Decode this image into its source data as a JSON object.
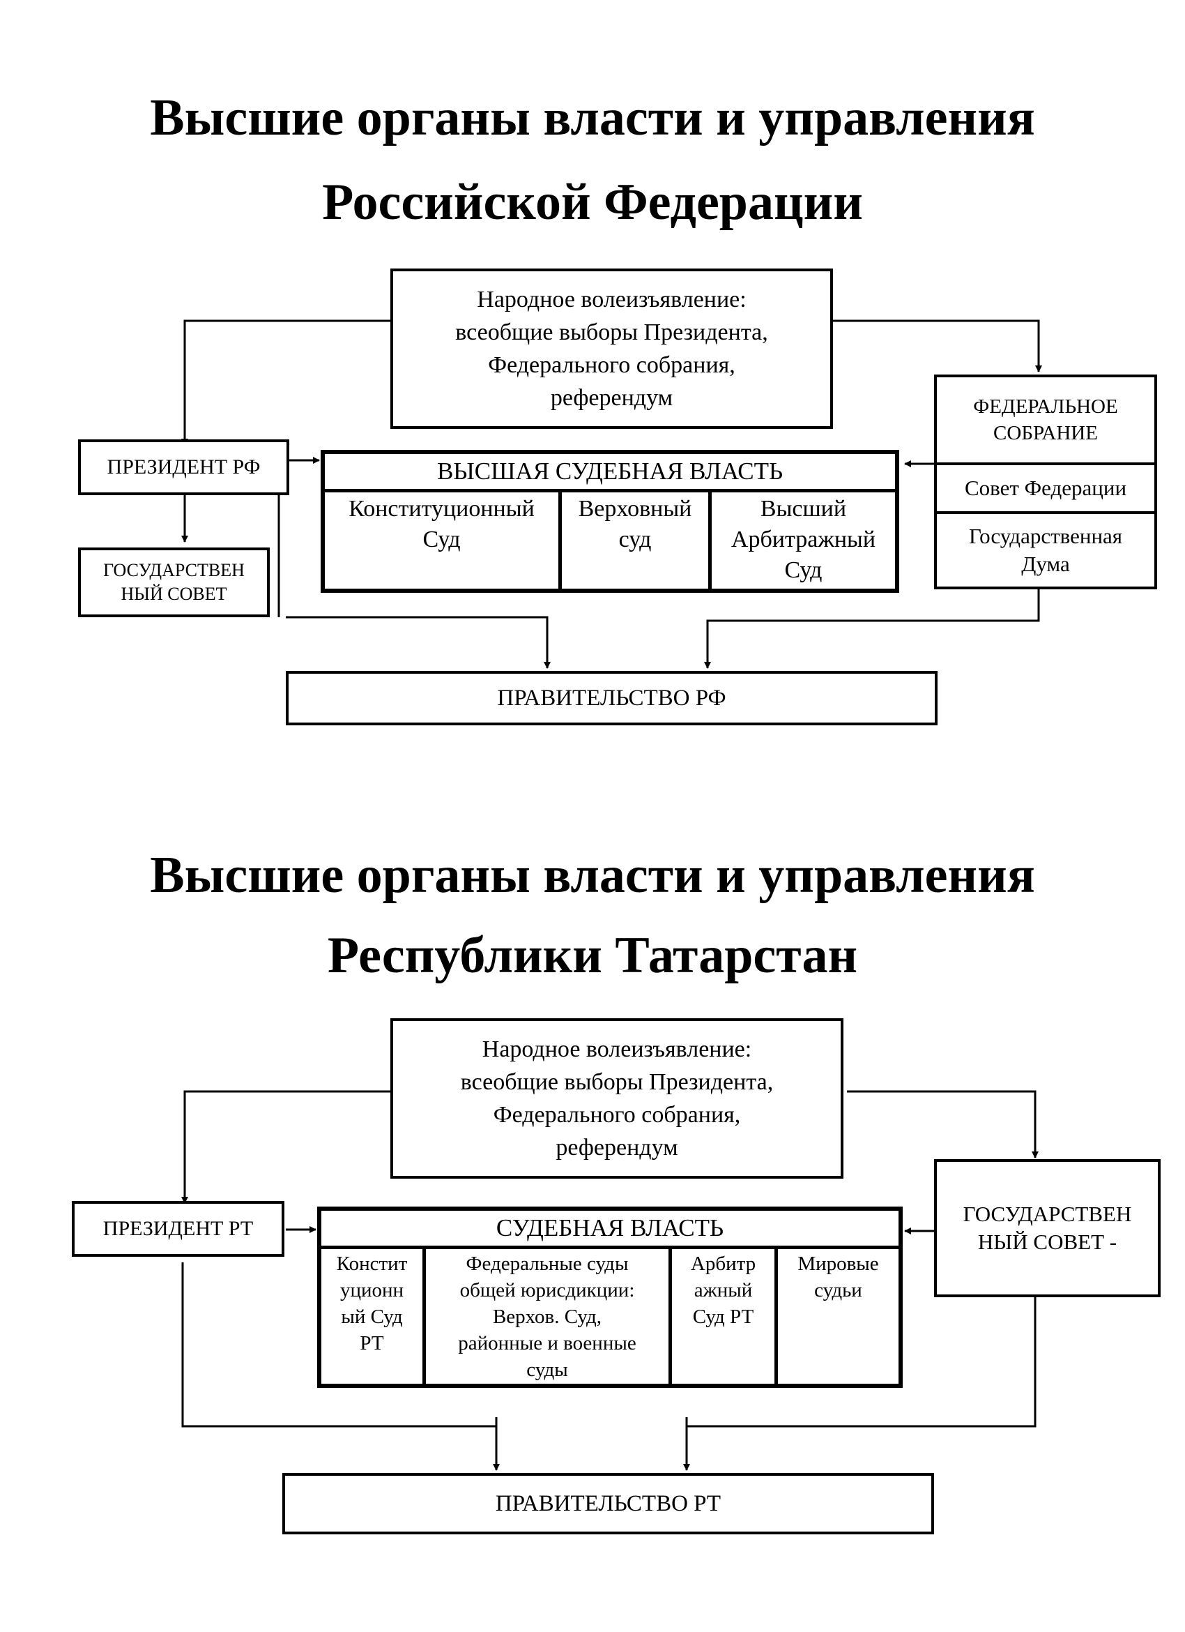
{
  "rf": {
    "title_line1": "Высшие органы власти и управления",
    "title_line2": "Российской Федерации",
    "people": "Народное волеизъявление:\nвсеобщие выборы Президента,\nФедерального собрания,\nреферендум",
    "president": "ПРЕЗИДЕНТ РФ",
    "state_council": "ГОСУДАРСТВЕН\nНЫЙ СОВЕТ",
    "courts_header": "ВЫСШАЯ СУДЕБНАЯ ВЛАСТЬ",
    "courts": [
      "Конституционный\nСуд",
      "Верховный\nсуд",
      "Высший\nАрбитражный\nСуд"
    ],
    "federal_assembly": "ФЕДЕРАЛЬНОЕ\nСОБРАНИЕ",
    "federation_council": "Совет Федерации",
    "state_duma": "Государственная\nДума",
    "government": "ПРАВИТЕЛЬСТВО РФ"
  },
  "rt": {
    "title_line1": "Высшие органы власти и управления",
    "title_line2": "Республики Татарстан",
    "people": "Народное волеизъявление:\nвсеобщие выборы Президента,\nФедерального собрания,\nреферендум",
    "president": "ПРЕЗИДЕНТ РТ",
    "courts_header": "СУДЕБНАЯ ВЛАСТЬ",
    "courts": [
      "Констит\nуционн\nый Суд\nРТ",
      "Федеральные суды\nобщей юрисдикции:\nВерхов. Суд,\nрайонные и военные\nсуды",
      "Арбитр\nажный\nСуд РТ",
      "Мировые\nсудьи"
    ],
    "state_council": "ГОСУДАРСТВЕН\nНЫЙ СОВЕТ -",
    "government": "ПРАВИТЕЛЬСТВО РТ"
  }
}
